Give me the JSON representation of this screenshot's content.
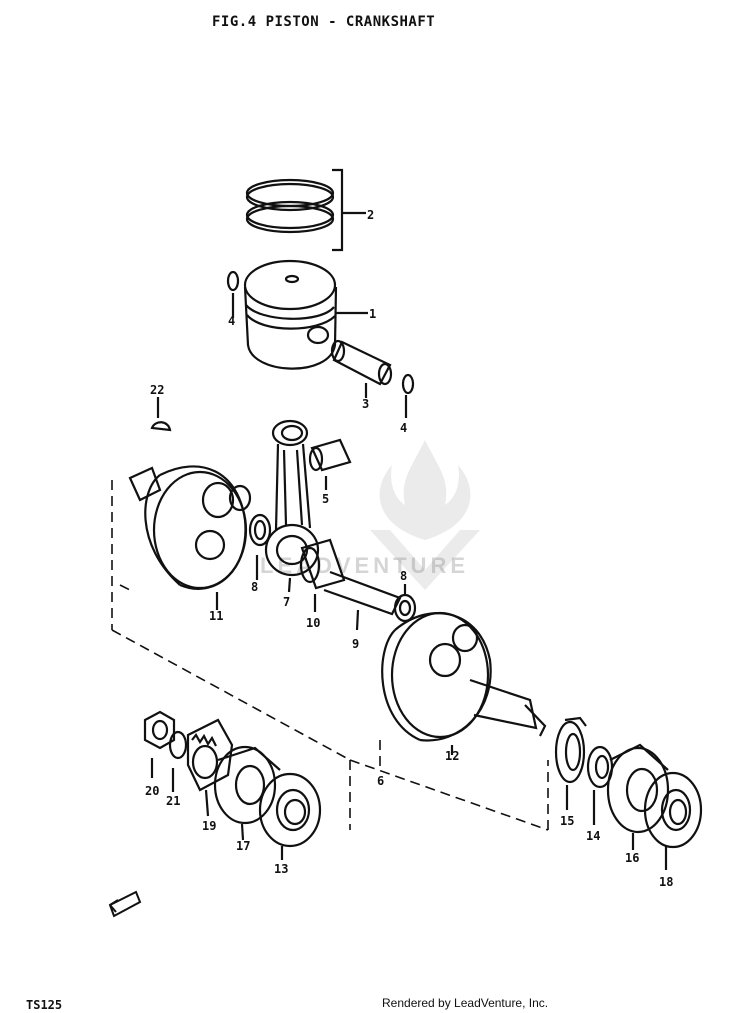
{
  "title": "FIG.4  PISTON - CRANKSHAFT",
  "footer_code": "TS125",
  "credit": "Rendered by LeadVenture, Inc.",
  "watermark_text": "LEADVENTURE",
  "callouts": {
    "c1": "1",
    "c2": "2",
    "c3": "3",
    "c4a": "4",
    "c4b": "4",
    "c5": "5",
    "c6": "6",
    "c7": "7",
    "c8a": "8",
    "c8b": "8",
    "c9": "9",
    "c10": "10",
    "c11": "11",
    "c12": "12",
    "c13": "13",
    "c14": "14",
    "c15": "15",
    "c16": "16",
    "c17": "17",
    "c18": "18",
    "c19": "19",
    "c20": "20",
    "c21": "21",
    "c22": "22"
  }
}
